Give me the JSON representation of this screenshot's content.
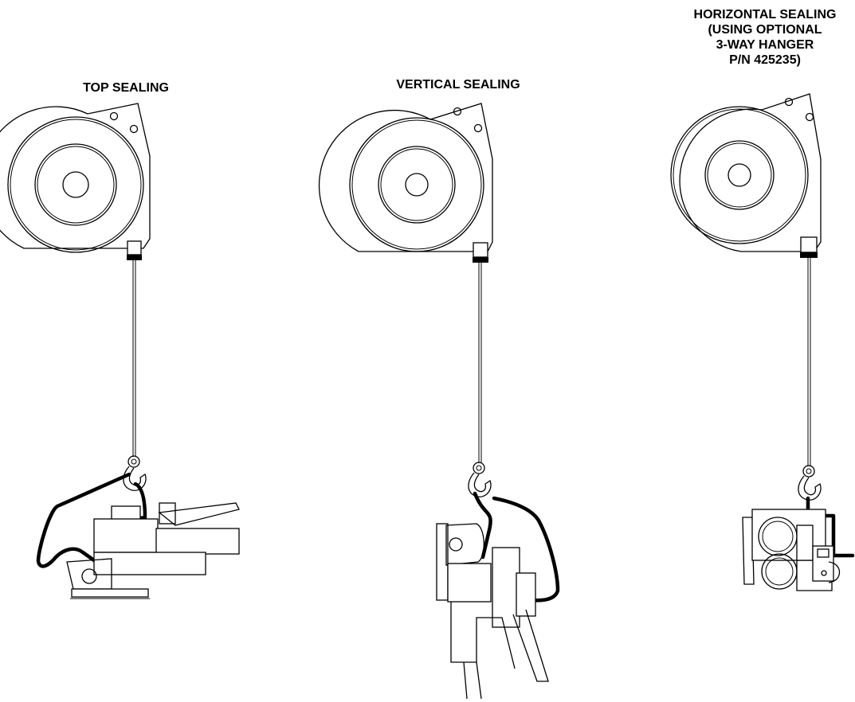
{
  "labels": {
    "top": "TOP SEALING",
    "vertical": "VERTICAL SEALING",
    "horizontal_lines": [
      "HORIZONTAL SEALING",
      "(USING OPTIONAL",
      "3-WAY HANGER",
      "P/N 425235)"
    ]
  },
  "colors": {
    "line": "#000000",
    "background": "#ffffff"
  }
}
